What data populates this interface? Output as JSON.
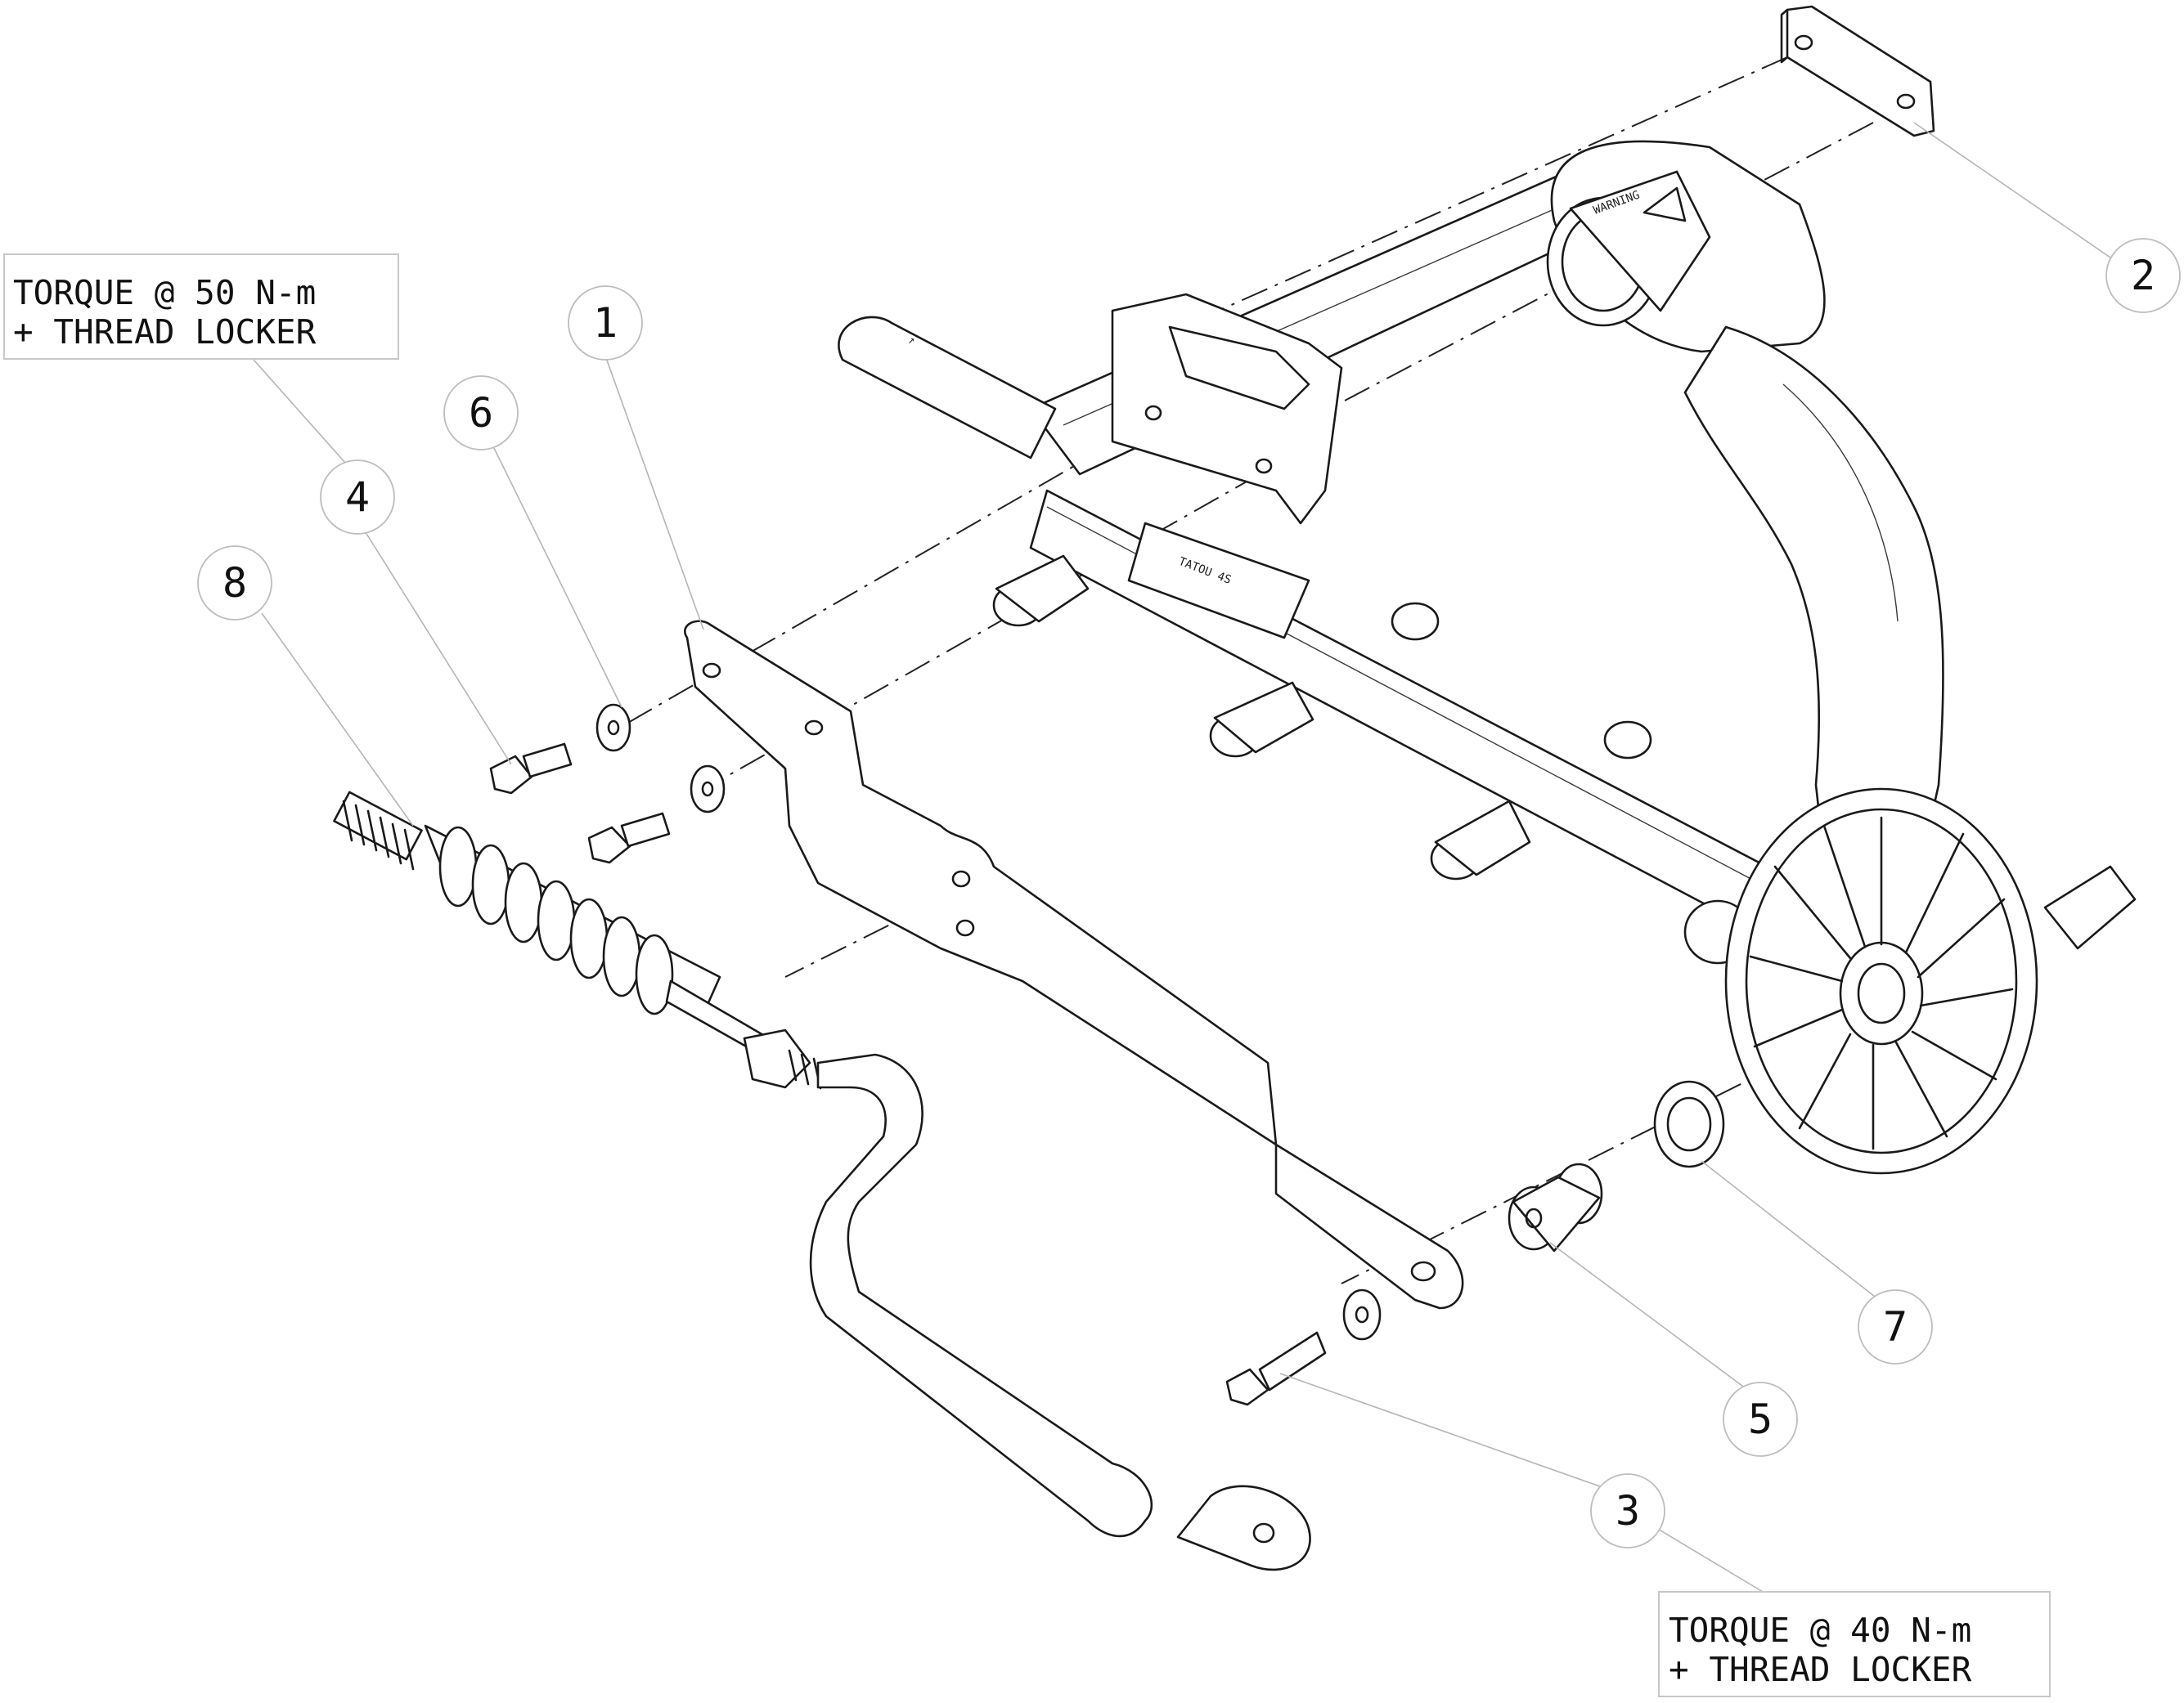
{
  "callouts": [
    {
      "id": "1",
      "label": "1"
    },
    {
      "id": "2",
      "label": "2"
    },
    {
      "id": "3",
      "label": "3"
    },
    {
      "id": "4",
      "label": "4"
    },
    {
      "id": "5",
      "label": "5"
    },
    {
      "id": "6",
      "label": "6"
    },
    {
      "id": "7",
      "label": "7"
    },
    {
      "id": "8",
      "label": "8"
    }
  ],
  "notes": {
    "torque_50": {
      "line1": "TORQUE @ 50 N-m",
      "line2": "+ THREAD LOCKER"
    },
    "torque_40": {
      "line1": "TORQUE @ 40 N-m",
      "line2": "+ THREAD LOCKER"
    }
  },
  "decals": {
    "warning_label": "WARNING",
    "frame_label": "TATOU 4S"
  },
  "colors": {
    "ink": "#1a1a1a",
    "leader": "#b5b5b5",
    "bubble_stroke": "#bdbdbd"
  }
}
